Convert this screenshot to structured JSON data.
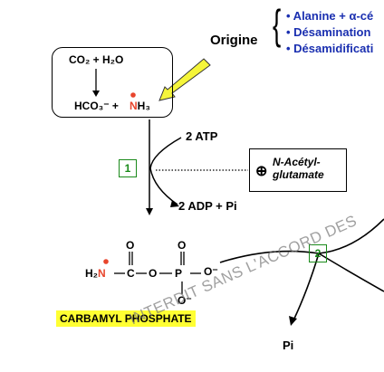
{
  "origin": {
    "label": "Origine",
    "items": [
      "• Alanine + α-cé",
      "• Désamination",
      "• Désamidificati"
    ]
  },
  "box_co2": {
    "co2_h2o": "CO₂ + H₂O",
    "hco3": "HCO₃⁻ +",
    "nh3_n": "N",
    "nh3_rest": "H₃"
  },
  "step1": {
    "number": "1",
    "atp": "2 ATP",
    "adp": "2 ADP + Pi"
  },
  "activator": {
    "plus": "⊕",
    "name": "N-Acétyl-glutamate"
  },
  "carbamyl": {
    "h2": "H₂",
    "n": "N",
    "c": "C",
    "o1": "O",
    "p": "P",
    "o_minus_right": "O⁻",
    "o_minus_bottom": "O⁻",
    "o_top_c": "O",
    "o_top_p": "O",
    "label": "CARBAMYL PHOSPHATE"
  },
  "step2": {
    "number": "2",
    "pi": "Pi"
  },
  "watermark": "INTERDIT SANS L'ACCORD DES",
  "colors": {
    "blue_text": "#1a2fb0",
    "green_step": "#1a8a1a",
    "red_nitrogen": "#e8452c",
    "yellow_arrow": "#f5f53a",
    "yellow_label": "#ffff33"
  }
}
